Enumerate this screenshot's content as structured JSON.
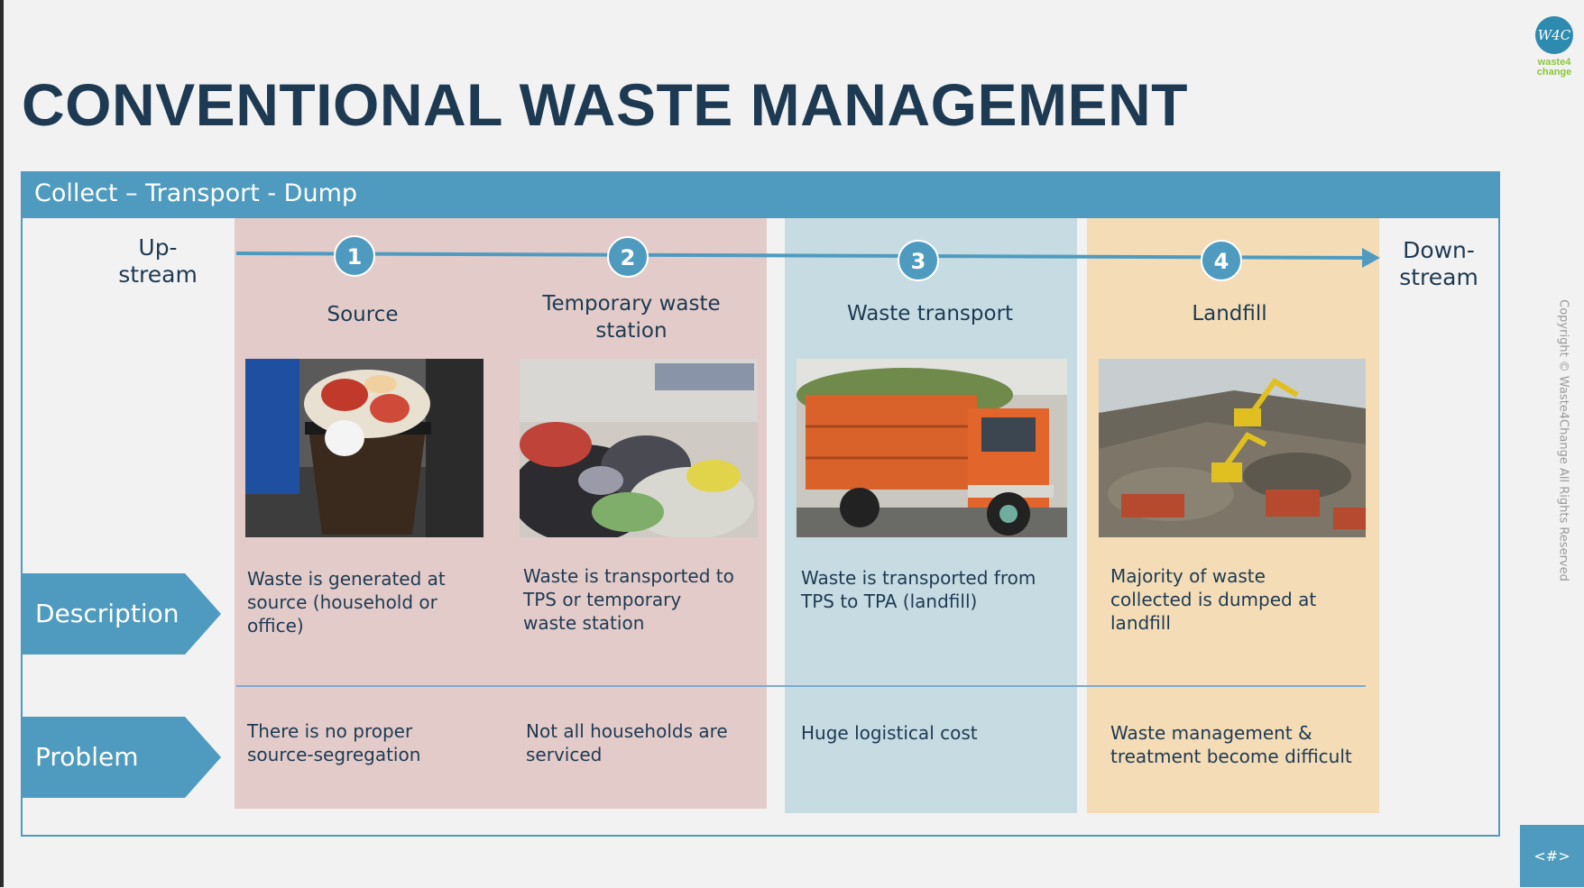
{
  "title": "CONVENTIONAL WASTE MANAGEMENT",
  "logo": {
    "mark": "W4C",
    "line1": "waste4",
    "line2": "change"
  },
  "header": "Collect – Transport - Dump",
  "flow": {
    "start": "Up-\nstream",
    "end": "Down-\nstream"
  },
  "stages": [
    {
      "number": "1",
      "title": "Source",
      "image": "trash-bin-photo",
      "description": "Waste is generated at source (household or office)",
      "problem": "There is no proper source-segregation"
    },
    {
      "number": "2",
      "title": "Temporary waste station",
      "image": "waste-pile-photo",
      "description": "Waste is transported to TPS or temporary waste station",
      "problem": "Not all households are serviced"
    },
    {
      "number": "3",
      "title": "Waste transport",
      "image": "garbage-truck-photo",
      "description": "Waste is transported from TPS to TPA (landfill)",
      "problem": "Huge logistical cost"
    },
    {
      "number": "4",
      "title": "Landfill",
      "image": "landfill-photo",
      "description": "Majority of waste collected is dumped at landfill",
      "problem": "Waste management & treatment become difficult"
    }
  ],
  "rows": {
    "description": "Description",
    "problem": "Problem"
  },
  "copyright": "Copyright © Waste4Change All Rights Reserved",
  "page_number": "<#>",
  "colors": {
    "title": "#1e3a52",
    "accent": "#4f9bbf",
    "phase_collect": "#e3cbc9",
    "phase_transport": "#c6dce2",
    "phase_dump": "#f3dcb6",
    "logo_green": "#8dc63f"
  }
}
